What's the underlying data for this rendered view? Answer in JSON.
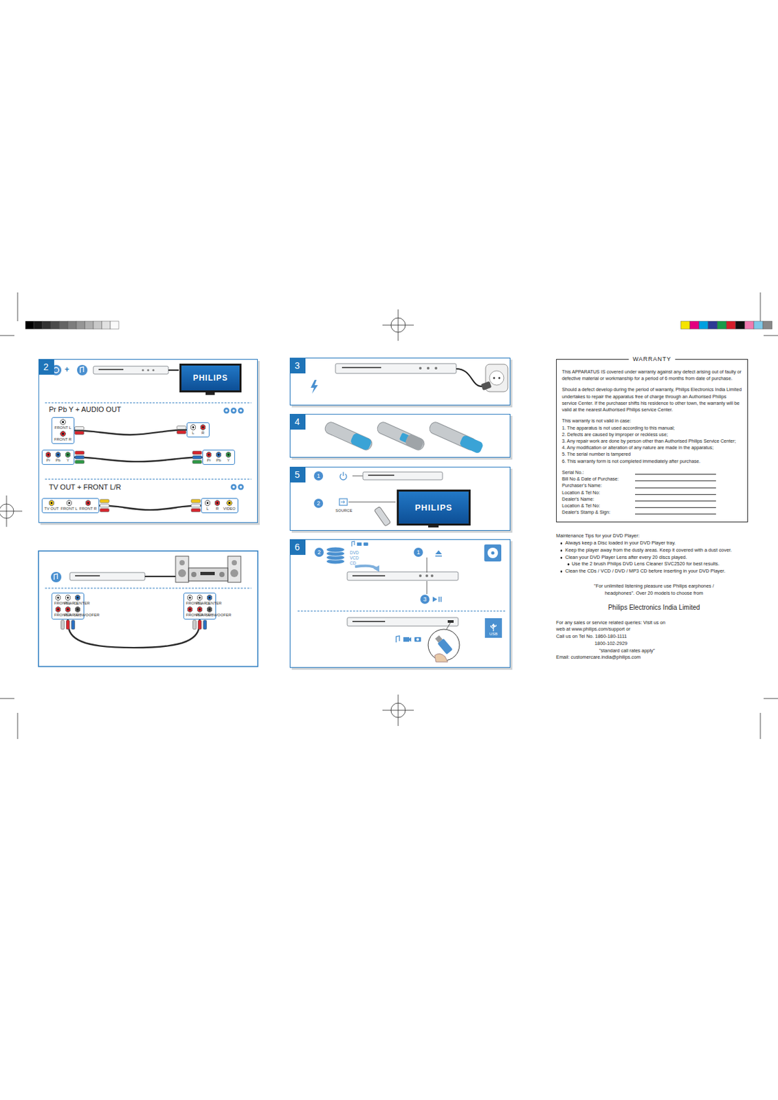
{
  "diagram": {
    "nodes": [
      {
        "text": [
          "2"
        ]
      },
      {
        "text": [
          "PHILIPS"
        ],
        "in": 0
      },
      {
        "text": [
          "FRONT L",
          "FRONT R"
        ],
        "in": 0
      },
      {
        "text": [
          "L",
          "R"
        ],
        "in": 0
      },
      {
        "text": [
          "Pr",
          "Pb",
          "Y"
        ],
        "in": 0
      },
      {
        "text": [
          "Pr",
          "Pb",
          "Y"
        ],
        "in": 0
      },
      {
        "text": [
          "TV OUT",
          "FRONT L",
          "FRONT R"
        ],
        "in": 0
      },
      {
        "text": [
          "L",
          "R",
          "VIDEO"
        ],
        "in": 0
      },
      {
        "text": [
          "FRONT L",
          "REAR L",
          "CENTER",
          "FRONT R",
          "REAR R",
          "SUBWOOFER"
        ]
      },
      {
        "text": [
          "FRONT L",
          "REAR L",
          "CENTER",
          "FRONT R",
          "REAR R",
          "SUBWOOFER"
        ]
      },
      {
        "text": [
          "3"
        ]
      },
      {
        "text": [
          "4"
        ]
      },
      {
        "text": [
          "5"
        ]
      },
      {
        "text": [
          "PHILIPS"
        ],
        "in": 12
      },
      {
        "text": [
          "6"
        ]
      },
      {
        "text": [
          "USB"
        ],
        "in": 14
      },
      {
        "text": [
          "WARRANTY",
          "This APPARATUS IS covered under warranty against any defect arising out of faulty or defective material or workmanship for a period of 6 months from date of purchase.",
          "Should a defect develop during the period of warranty, Philips Electronics India Limited undertakes to repair the apparatus free of charge through an Authorised Philips service Center. If the purchaser shifts his residence to other town, the warranty will be valid at the nearest Authorised Philips service Center.",
          "This warranty is not valid in case:",
          "1. The apparatus is not used according to this manual;",
          "2. Defects are caused by improper or reckless use;",
          "3. Any repair work are done by person other than Authorised Philips Service Center;",
          "4. Any modification or alteration of any nature are made in the apparatus;",
          "5. The serial number is tampered",
          "6. This warranty form is not completed immediately after purchase.",
          "Serial No.:",
          "Bill No & Date of Purchase:",
          "Purchaser's Name:",
          "Location & Tel No:",
          "Dealer's Name:",
          "Location & Tel No:",
          "Dealer's Stamp & Sign:"
        ]
      }
    ],
    "edges": [
      {
        "from": 2,
        "to": 3,
        "arrow": "none"
      },
      {
        "from": 4,
        "to": 5,
        "arrow": "none"
      },
      {
        "from": 6,
        "to": 7,
        "arrow": "none"
      },
      {
        "from": 8,
        "to": 9,
        "arrow": "none"
      }
    ],
    "labels": [
      "+",
      "Pr Pb Y + AUDIO OUT",
      "TV OUT + FRONT L/R",
      "1",
      "2",
      "SOURCE",
      "2",
      "DVD",
      "VCD",
      "CD",
      "1",
      "3",
      "Maintenance Tips for your DVD Player:",
      "Always keep a Disc loaded in your DVD Player tray.",
      "Keep the player away from the dusty areas. Keep it covered with a dust cover.",
      "Clean your DVD Player Lens after every 20 discs played.",
      "Use the 2 brush Philips DVD Lens Cleaner SVC2520 for best results.",
      "Clean the CDs / VCD / DVD / MP3 CD before inserting in your DVD Player.",
      "\"For unlimited listening pleasure use Philips earphones / headphones\". Over 20 models to choose from",
      "Philips Electronics India Limited",
      "For any sales or service related queries: Visit us on web at www.philips.com/support or",
      "Call us on Tel No. 1860-180-1111",
      "1800-102-2929",
      "\"standard call rates apply\"",
      "Email: customercare.india@philips.com"
    ]
  }
}
